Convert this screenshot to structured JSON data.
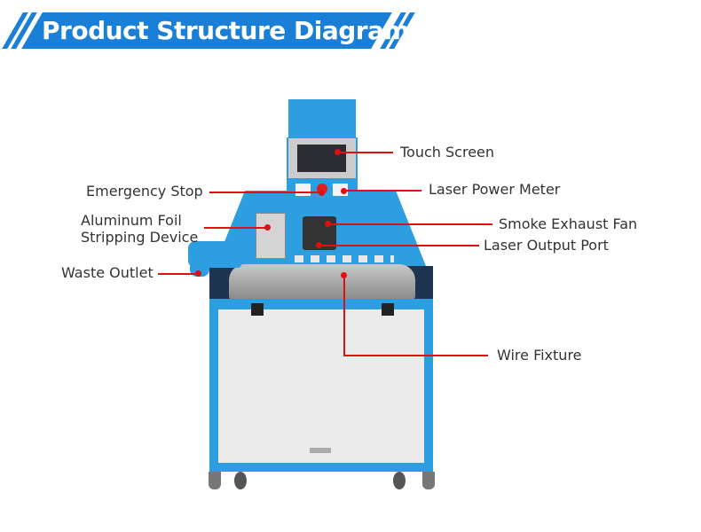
{
  "header": {
    "title": "Product Structure Diagram"
  },
  "labels": {
    "touch_screen": "Touch Screen",
    "emergency_stop": "Emergency Stop",
    "laser_power_meter": "Laser Power Meter",
    "aluminum_foil_line1": "Aluminum Foil",
    "aluminum_foil_line2": "Stripping Device",
    "smoke_exhaust_fan": "Smoke Exhaust Fan",
    "laser_output_port": "Laser Output Port",
    "waste_outlet": "Waste Outlet",
    "wire_fixture": "Wire Fixture"
  },
  "colors": {
    "brand": "#1a7fd6",
    "machine": "#2d9fe0",
    "leader": "#e01010"
  }
}
